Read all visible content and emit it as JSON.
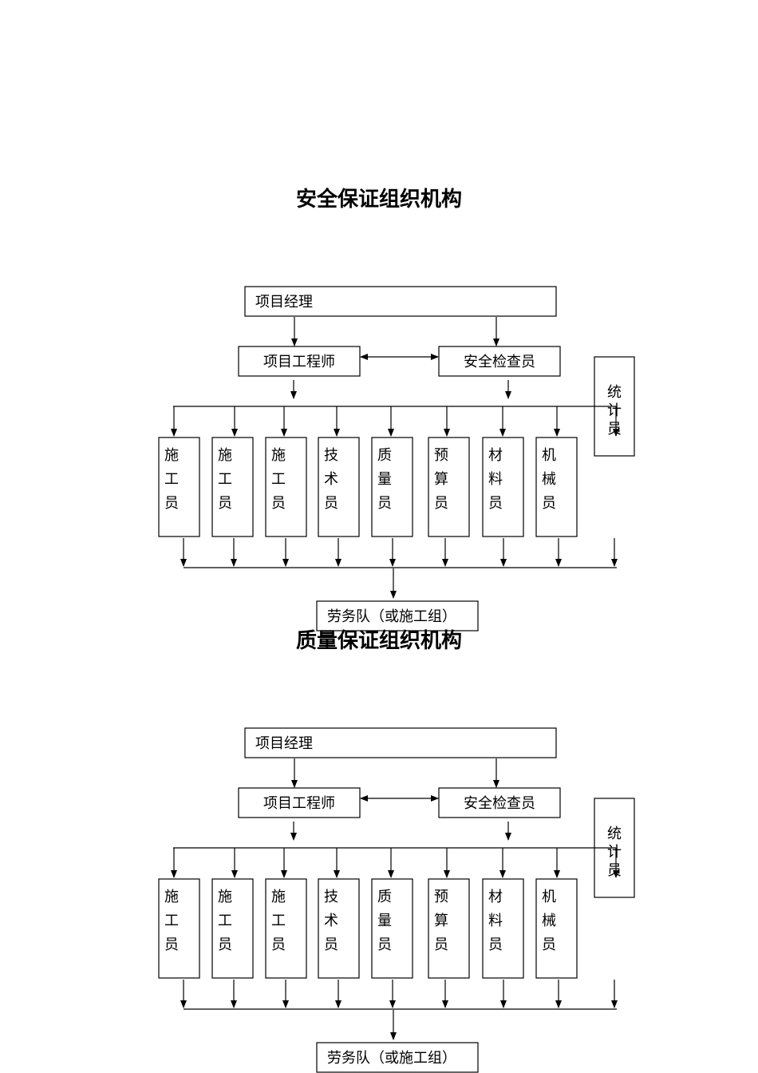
{
  "charts": [
    {
      "title": "安全保证组织机构",
      "manager": "项目经理",
      "engineer": "项目工程师",
      "inspector": "安全检查员",
      "statistician": [
        "统",
        "计",
        "员"
      ],
      "staff": [
        [
          "施",
          "工",
          "员"
        ],
        [
          "施",
          "工",
          "员"
        ],
        [
          "施",
          "工",
          "员"
        ],
        [
          "技",
          "术",
          "员"
        ],
        [
          "质",
          "量",
          "员"
        ],
        [
          "预",
          "算",
          "员"
        ],
        [
          "材",
          "料",
          "员"
        ],
        [
          "机",
          "械",
          "员"
        ]
      ],
      "labor": "劳务队（或施工组）"
    },
    {
      "title": "质量保证组织机构",
      "manager": "项目经理",
      "engineer": "项目工程师",
      "inspector": "安全检查员",
      "statistician": [
        "统",
        "计",
        "员"
      ],
      "staff": [
        [
          "施",
          "工",
          "员"
        ],
        [
          "施",
          "工",
          "员"
        ],
        [
          "施",
          "工",
          "员"
        ],
        [
          "技",
          "术",
          "员"
        ],
        [
          "质",
          "量",
          "员"
        ],
        [
          "预",
          "算",
          "员"
        ],
        [
          "材",
          "料",
          "员"
        ],
        [
          "机",
          "械",
          "员"
        ]
      ],
      "labor": "劳务队（或施工组）"
    }
  ]
}
